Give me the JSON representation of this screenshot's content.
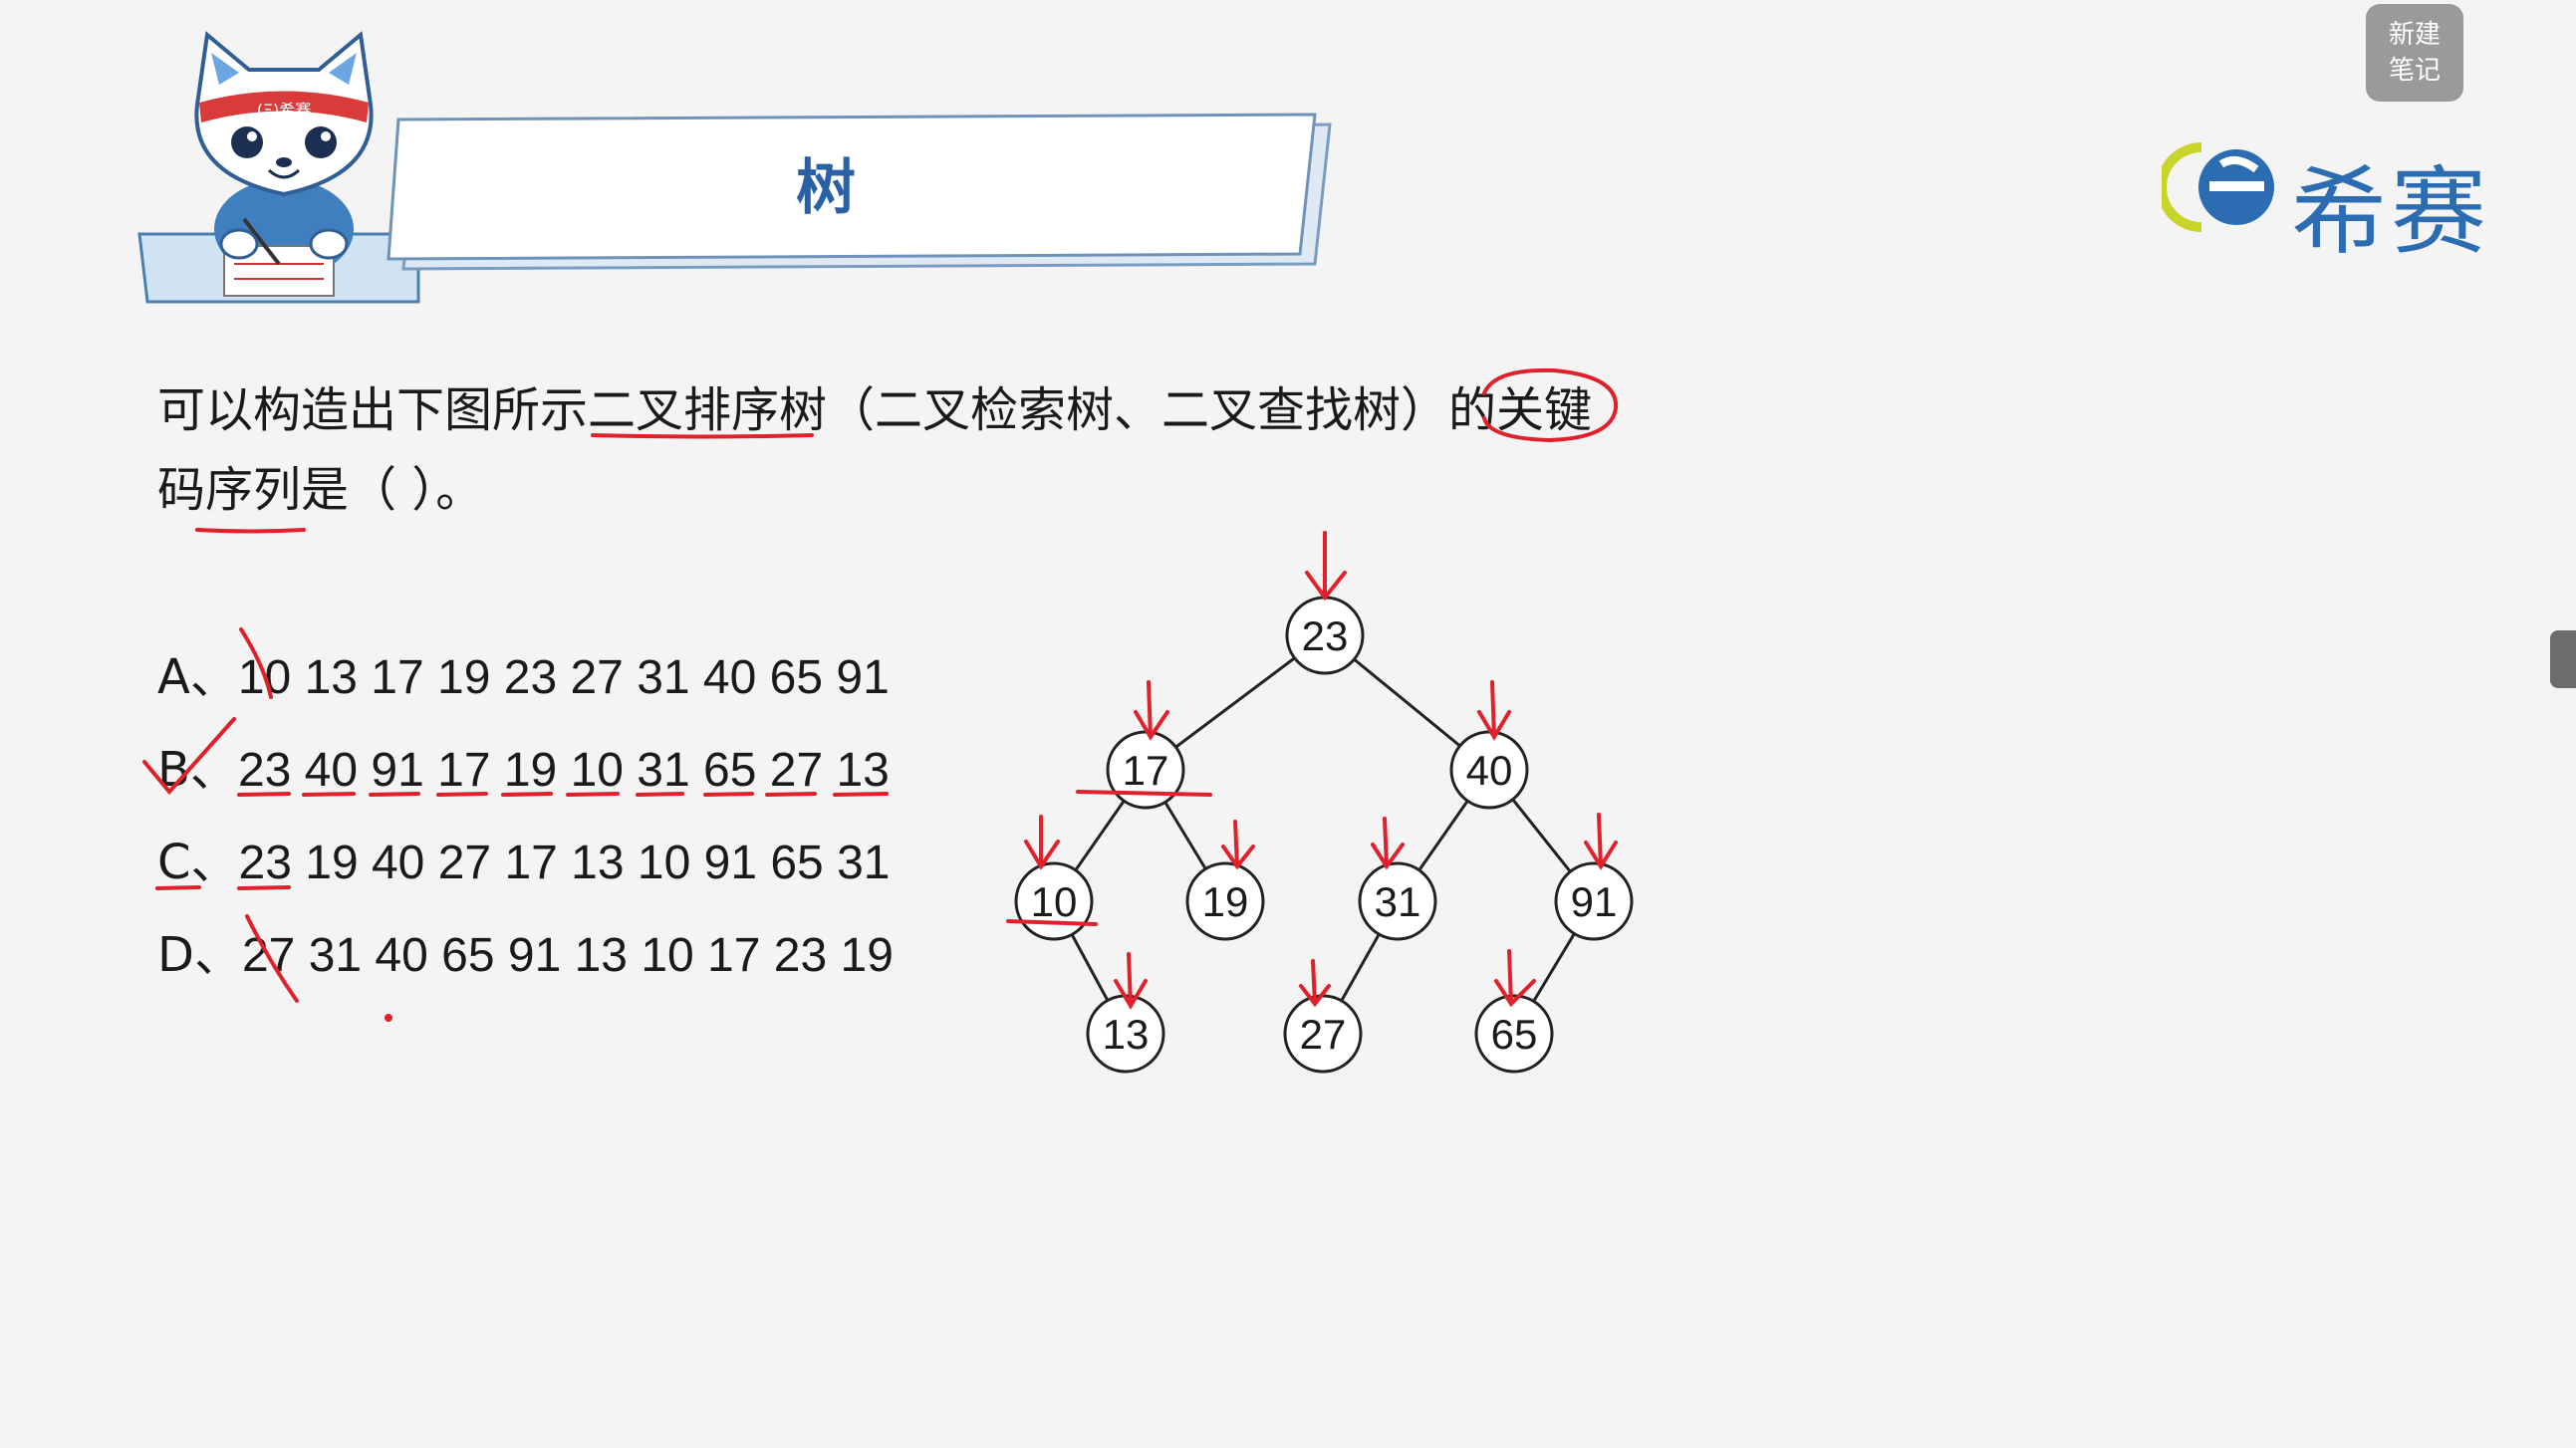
{
  "header": {
    "title": "树"
  },
  "toolbar": {
    "new_note_line1": "新建",
    "new_note_line2": "笔记"
  },
  "brand": {
    "name": "希赛",
    "mascot_headband": "(Ξ)希赛"
  },
  "question": {
    "prefix": "可以构造出下图所示",
    "term": "二叉排序树",
    "middle": "（二叉检索树、二叉查找树）的",
    "key1": "关键",
    "key2": "码序列",
    "suffix": "是（ ）。"
  },
  "options": [
    {
      "label": "A、",
      "values": [
        "10",
        "13",
        "17",
        "19",
        "23",
        "27",
        "31",
        "40",
        "65",
        "91"
      ]
    },
    {
      "label": "B、",
      "values": [
        "23",
        "40",
        "91",
        "17",
        "19",
        "10",
        "31",
        "65",
        "27",
        "13"
      ]
    },
    {
      "label": "C、",
      "values": [
        "23",
        "19",
        "40",
        "27",
        "17",
        "13",
        "10",
        "91",
        "65",
        "31"
      ]
    },
    {
      "label": "D、",
      "values": [
        "27",
        "31",
        "40",
        "65",
        "91",
        "13",
        "10",
        "17",
        "23",
        "19"
      ]
    }
  ],
  "tree": {
    "nodes": [
      "23",
      "17",
      "40",
      "10",
      "19",
      "31",
      "91",
      "13",
      "27",
      "65"
    ],
    "edges": [
      [
        "23",
        "17"
      ],
      [
        "23",
        "40"
      ],
      [
        "17",
        "10"
      ],
      [
        "17",
        "19"
      ],
      [
        "40",
        "31"
      ],
      [
        "40",
        "91"
      ],
      [
        "10",
        "13"
      ],
      [
        "31",
        "27"
      ],
      [
        "91",
        "65"
      ]
    ]
  },
  "colors": {
    "title": "#2a61a5",
    "annotation": "#e0202a",
    "brand": "#2b6cb3"
  }
}
